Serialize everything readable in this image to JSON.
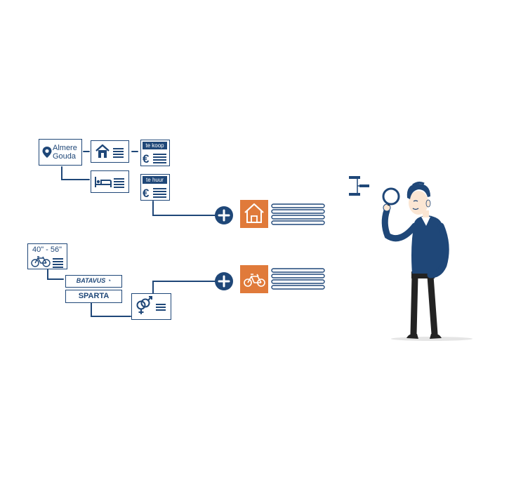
{
  "locations": {
    "line1": "Almere",
    "line2": "Gouda"
  },
  "tags": {
    "for_sale": "te koop",
    "for_rent": "te huur"
  },
  "size_range": "40\" - 56\"",
  "brands": {
    "brand1": "BATAVUS",
    "brand2": "SPARTA"
  },
  "colors": {
    "navy": "#1f4778",
    "orange": "#e07a3a",
    "skin": "#fbe6d3",
    "pants": "#232323"
  }
}
